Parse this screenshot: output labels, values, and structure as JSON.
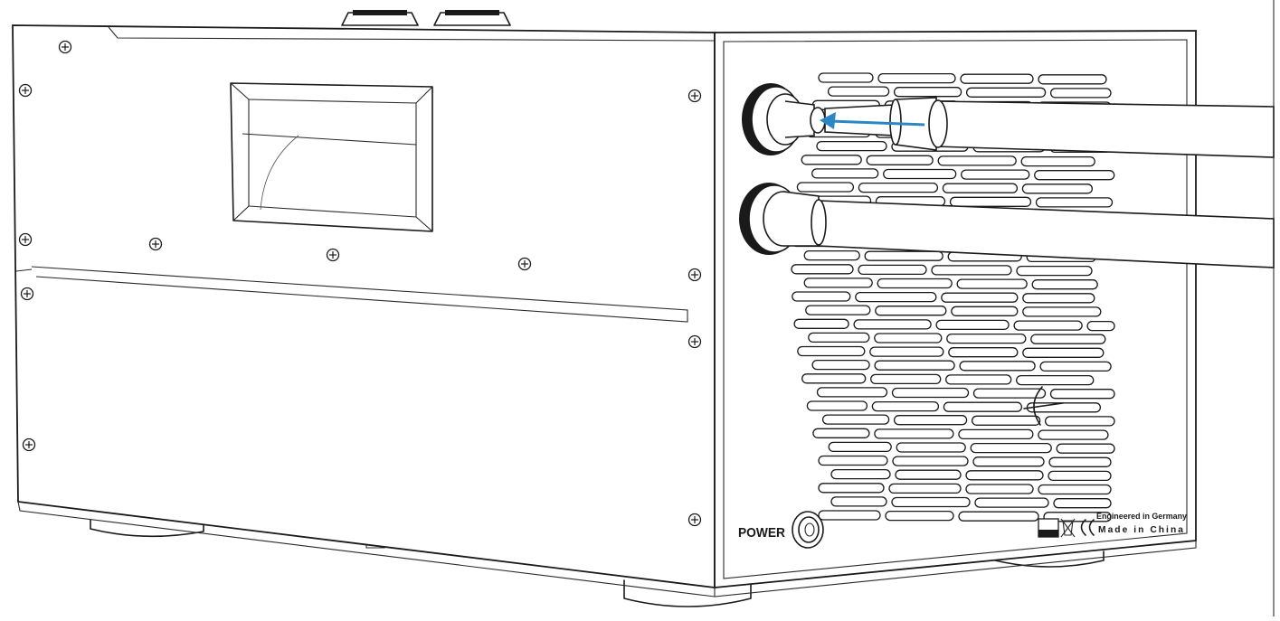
{
  "labels": {
    "power": "POWER",
    "engineered": "Engineered in Germany",
    "made_in": "Made in China"
  },
  "icons": [
    "ce-mark-icon",
    "weee-bin-icon",
    "rohs-logo-icon",
    "power-switch-icon",
    "insertion-arrow-icon"
  ],
  "colors": {
    "line": "#1a1a1a",
    "arrow": "#2b86c5",
    "background": "#ffffff"
  }
}
